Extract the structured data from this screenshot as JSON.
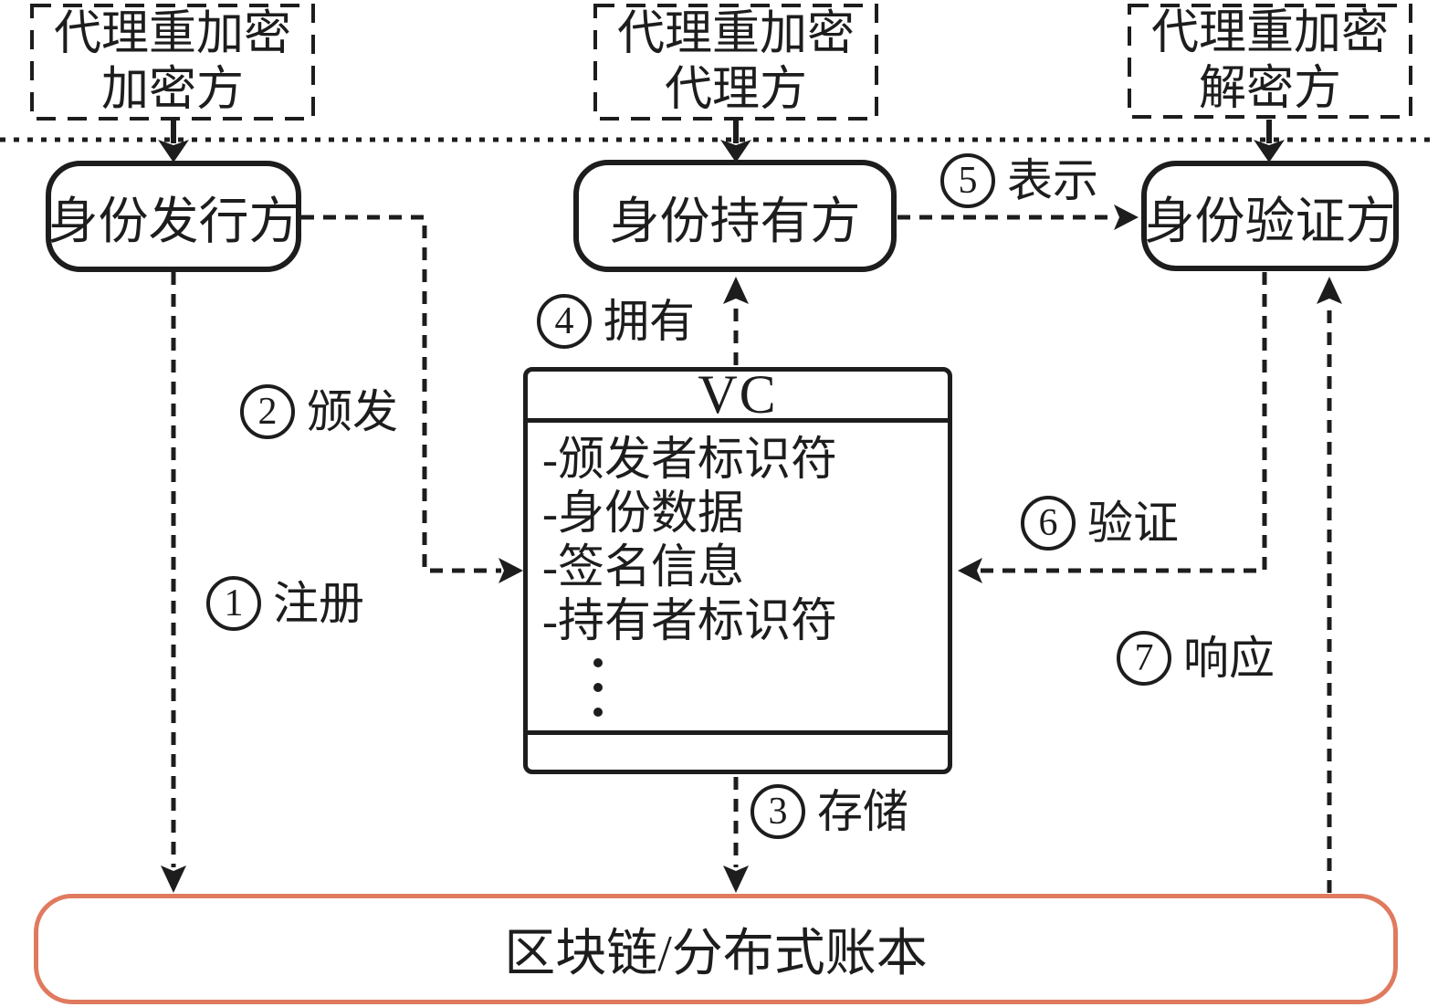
{
  "diagram": {
    "ink_color": "#1d1d1d",
    "top_boxes": [
      {
        "line1": "代理重加密",
        "line2": "加密方"
      },
      {
        "line1": "代理重加密",
        "line2": "代理方"
      },
      {
        "line1": "代理重加密",
        "line2": "解密方"
      }
    ],
    "actors": [
      {
        "label": "身份发行方"
      },
      {
        "label": "身份持有方"
      },
      {
        "label": "身份验证方"
      }
    ],
    "vc": {
      "title": "VC",
      "fields": [
        "-颁发者标识符",
        "-身份数据",
        "-签名信息",
        "-持有者标识符"
      ]
    },
    "ledger": {
      "label": "区块链/分布式账本",
      "border_color": "#e07a5f"
    },
    "steps": [
      {
        "num": "1",
        "text": "注册"
      },
      {
        "num": "2",
        "text": "颁发"
      },
      {
        "num": "3",
        "text": "存储"
      },
      {
        "num": "4",
        "text": "拥有"
      },
      {
        "num": "5",
        "text": "表示"
      },
      {
        "num": "6",
        "text": "验证"
      },
      {
        "num": "7",
        "text": "响应"
      }
    ]
  }
}
